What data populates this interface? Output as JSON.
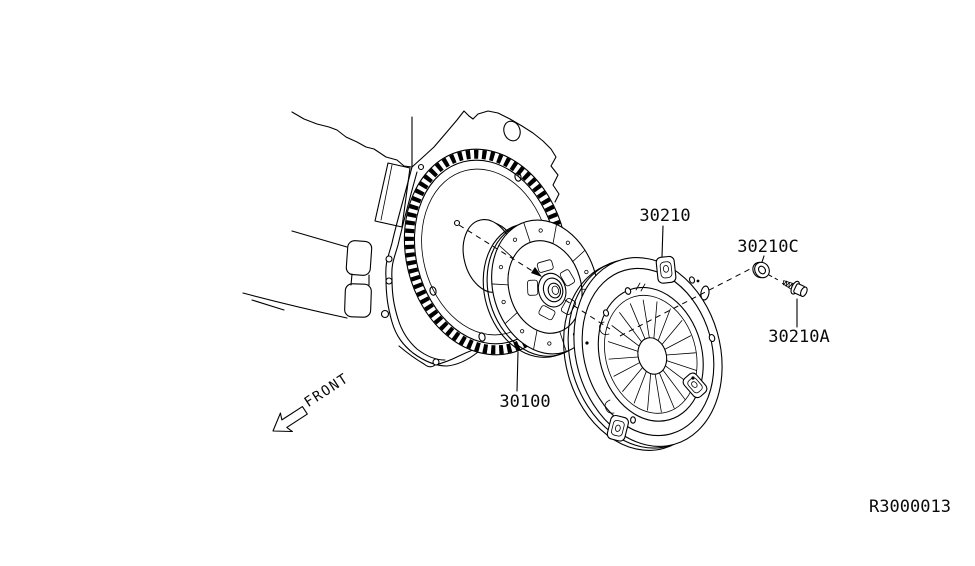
{
  "diagram": {
    "background": "#ffffff",
    "line_color": "#000000",
    "callouts": {
      "clutch_cover": "30210",
      "washer": "30210C",
      "bolt": "30210A",
      "clutch_disc": "30100"
    },
    "front_label": "FRONT",
    "ref_code": "R3000013"
  }
}
